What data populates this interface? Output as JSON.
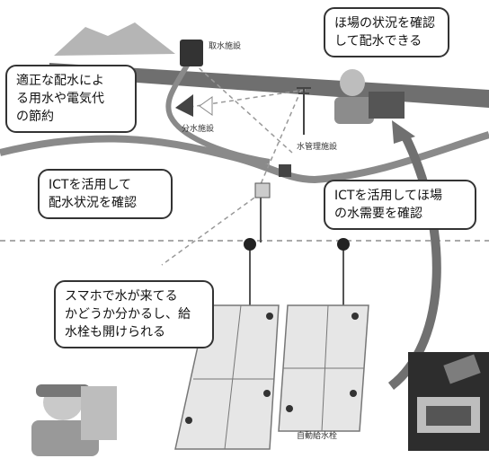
{
  "bubbles": {
    "field_status": [
      "ほ場の状況を確認",
      "して配水できる"
    ],
    "saving": [
      "適正な配水によ",
      "る用水や電気代",
      "の節約"
    ],
    "ict_distribution": [
      "ICTを活用して",
      "配水状況を確認"
    ],
    "ict_demand": [
      "ICTを活用してほ場",
      "の水需要を確認"
    ],
    "smartphone": [
      "スマホで水が来てる",
      "かどうか分かるし、給",
      "水栓も開けられる"
    ]
  },
  "labels": {
    "intake": "取水施設",
    "diversion": "分水施設",
    "management": "水管理施設",
    "auto_valve": "自動給水栓"
  },
  "colors": {
    "canal": "#6f6f6f",
    "road": "#7a7a7a",
    "arrow": "#707070",
    "field_fill": "#e6e6e6",
    "field_line": "#777777",
    "dashed": "#999999"
  }
}
